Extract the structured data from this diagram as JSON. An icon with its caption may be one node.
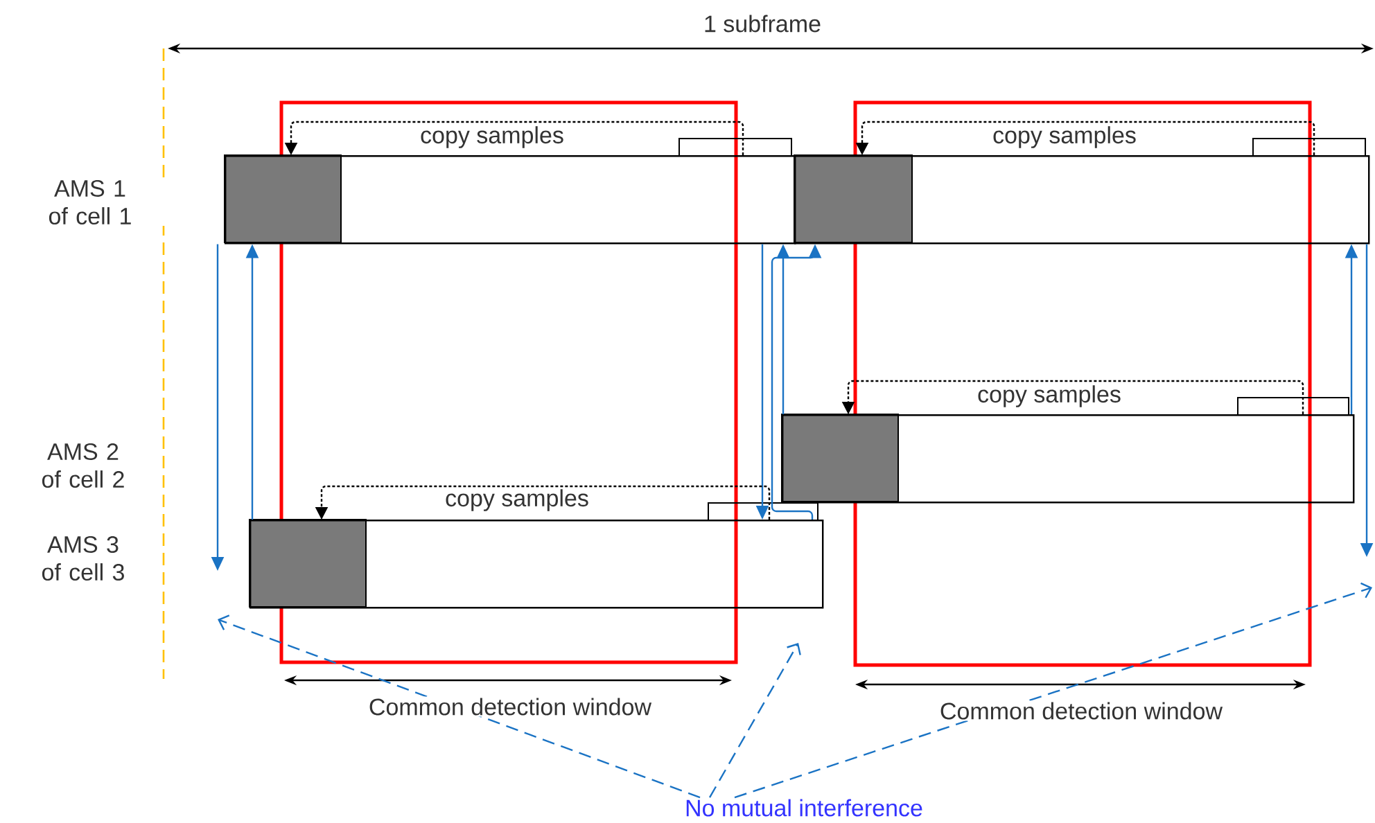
{
  "diagram": {
    "nodes": [
      {
        "text": [],
        "shape": "box"
      },
      {
        "text": [],
        "shape": "box"
      },
      {
        "text": [],
        "shape": "box"
      },
      {
        "text": [],
        "shape": "box"
      },
      {
        "text": [
          "No mutual interference"
        ]
      }
    ],
    "edges": [
      {
        "from": 0,
        "to": null,
        "arrow": "to"
      },
      {
        "from": 3,
        "to": 0,
        "arrow": "to"
      },
      {
        "from": 2,
        "to": 0,
        "arrow": "to"
      },
      {
        "from": 0,
        "to": 3,
        "arrow": "to"
      },
      {
        "from": 3,
        "to": 1,
        "arrow": "to"
      },
      {
        "from": 2,
        "to": 1,
        "arrow": "to"
      },
      {
        "from": 1,
        "to": null,
        "arrow": "to"
      },
      {
        "from": 4,
        "to": null,
        "arrow": "to",
        "style": "dashed"
      },
      {
        "from": 4,
        "to": null,
        "arrow": "to",
        "style": "dashed"
      },
      {
        "from": 4,
        "to": null,
        "arrow": "to",
        "style": "dashed"
      },
      {
        "from": 0,
        "to": 0,
        "arrow": "to",
        "label": "copy samples",
        "style": "dashed",
        "color": "#000000"
      },
      {
        "from": 1,
        "to": 1,
        "arrow": "to",
        "label": "copy samples",
        "style": "dashed",
        "color": "#000000"
      },
      {
        "from": 2,
        "to": 2,
        "arrow": "to",
        "label": "copy samples",
        "style": "dashed",
        "color": "#000000"
      },
      {
        "from": 3,
        "to": 3,
        "arrow": "to",
        "label": "copy samples",
        "style": "dashed",
        "color": "#000000"
      }
    ],
    "labels": [
      "1 subframe",
      "AMS 1 of cell 1",
      "AMS 2 of cell 2",
      "AMS 3 of cell 3",
      "Common detection window",
      "Common detection window"
    ]
  }
}
